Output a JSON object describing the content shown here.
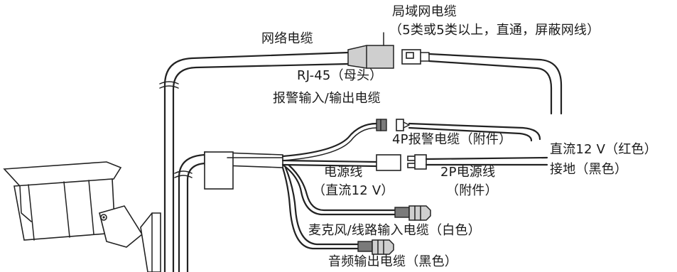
{
  "labels": {
    "lan_cable_line1": "局域网电缆",
    "lan_cable_line2": "（5类或5类以上，直通，屏蔽网线）",
    "network_cable": "网络电缆",
    "rj45": "RJ-45（母头）",
    "alarm_io_cable": "报警输入/输出电缆",
    "alarm_4p_cable": "4P报警电缆（附件）",
    "dc12v_red": "直流12 V（红色）",
    "ground_black": "接地（黑色）",
    "power_line_line1": "电源线",
    "power_line_line2": "（直流12 V）",
    "power_2p_line1": "2P电源线",
    "power_2p_line2": "（附件）",
    "mic_line_in": "麦克风/线路输入电缆（白色）",
    "audio_out": "音频输出电缆（黑色）"
  },
  "colors": {
    "line": "#222222",
    "connector_fill": "#cfcfcf",
    "background": "#ffffff",
    "text": "#1a1a1a"
  }
}
